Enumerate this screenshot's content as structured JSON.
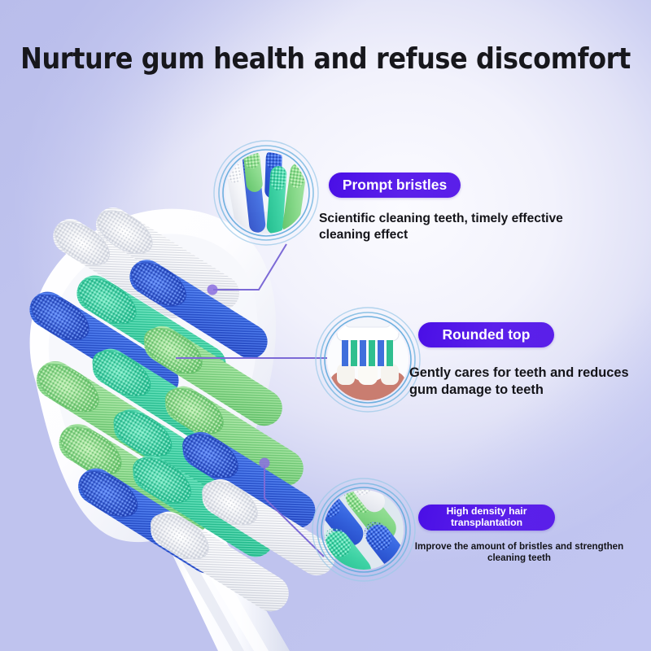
{
  "page": {
    "title": "Nurture gum health and refuse discomfort",
    "background": {
      "edge_color": "#bfc3ee",
      "center_color": "#fbfbff"
    },
    "accent": {
      "badge_color": "#4a0fe6",
      "connector_color": "#7c6ad6",
      "ring_color": "#7ab8e0",
      "text_color": "#141419"
    }
  },
  "product": {
    "name": "toothbrush-head",
    "body_color": "#ffffff",
    "bristle_colors": {
      "white": "#e9eaf0",
      "blue": "#2f5fd6",
      "green": "#86d88a",
      "teal": "#3ccfa2"
    }
  },
  "features": [
    {
      "id": "prompt-bristles",
      "badge": "Prompt bristles",
      "description": "Scientific cleaning teeth, timely effective cleaning effect",
      "inset_alt": "close-up-bristle-tufts"
    },
    {
      "id": "rounded-top",
      "badge": "Rounded top",
      "description": "Gently cares for teeth and reduces gum damage to teeth",
      "inset_alt": "brush-head-on-teeth-and-gums"
    },
    {
      "id": "high-density-hair-transplantation",
      "badge": "High density hair transplantation",
      "description": "Improve the amount of bristles and strengthen cleaning teeth",
      "inset_alt": "dense-bristle-clusters"
    }
  ]
}
